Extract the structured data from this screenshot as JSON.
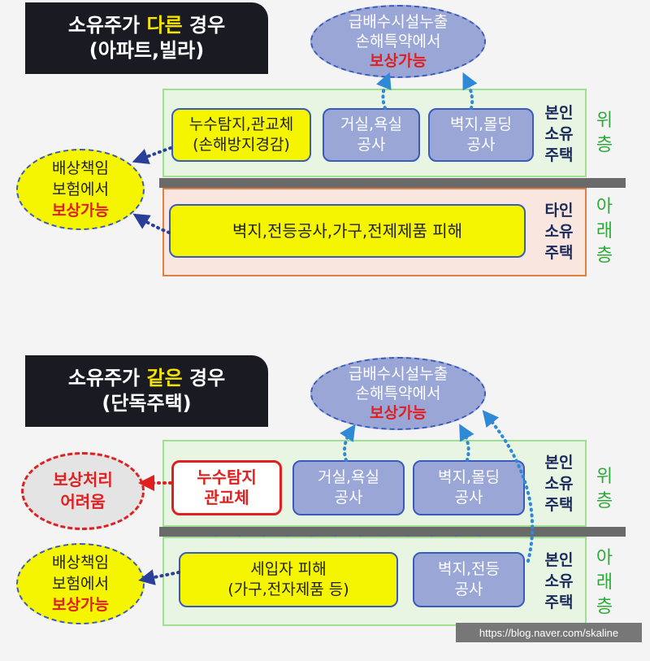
{
  "top": {
    "title": {
      "line1_a": "소유주가 ",
      "line1_hl": "다른",
      "line1_b": " 경우",
      "line2": "(아파트,빌라)"
    },
    "leak_cloud": {
      "line1": "급배수시설누출",
      "line2": "손해특약에서",
      "line3": "보상가능"
    },
    "upper_cards": {
      "detect": {
        "line1": "누수탐지,관교체",
        "line2": "(손해방지경감)"
      },
      "bath": {
        "line1": "거실,욕실",
        "line2": "공사"
      },
      "wall": {
        "line1": "벽지,몰딩",
        "line2": "공사"
      }
    },
    "upper_label": [
      "본인",
      "소유",
      "주택"
    ],
    "upper_floor": [
      "위",
      "층"
    ],
    "liability": {
      "line1": "배상책임",
      "line2": "보험에서",
      "line3": "보상가능"
    },
    "lower_card": "벽지,전등공사,가구,전제제품 피해",
    "lower_label": [
      "타인",
      "소유",
      "주택"
    ],
    "lower_floor": [
      "아",
      "래",
      "층"
    ]
  },
  "bottom": {
    "title": {
      "line1_a": "소유주가 ",
      "line1_hl": "같은",
      "line1_b": " 경우",
      "line2": "(단독주택)"
    },
    "leak_cloud": {
      "line1": "급배수시설누출",
      "line2": "손해특약에서",
      "line3": "보상가능"
    },
    "difficult": {
      "line1": "보상처리",
      "line2": "어려움"
    },
    "upper_cards": {
      "detect": {
        "line1": "누수탐지",
        "line2": "관교체"
      },
      "bath": {
        "line1": "거실,욕실",
        "line2": "공사"
      },
      "wall": {
        "line1": "벽지,몰딩",
        "line2": "공사"
      }
    },
    "upper_label": [
      "본인",
      "소유",
      "주택"
    ],
    "upper_floor": [
      "위",
      "층"
    ],
    "liability": {
      "line1": "배상책임",
      "line2": "보험에서",
      "line3": "보상가능"
    },
    "tenant_card": {
      "line1": "세입자 피해",
      "line2": "(가구,전자제품 등)"
    },
    "lower_wall_card": {
      "line1": "벽지,전등",
      "line2": "공사"
    },
    "lower_label": [
      "본인",
      "소유",
      "주택"
    ],
    "lower_floor": [
      "아",
      "래",
      "층"
    ]
  },
  "watermark": "https://blog.naver.com/skaline",
  "colors": {
    "title_bg": "#1a1a22",
    "highlight": "#f5e400",
    "card_blue": "#9aa6d6",
    "card_yellow": "#f5f500",
    "red": "#e02020",
    "arrow": "#2e8ad6",
    "green_border": "#9fe090",
    "orange_border": "#e08040",
    "floor_green": "#2eaa3a"
  }
}
